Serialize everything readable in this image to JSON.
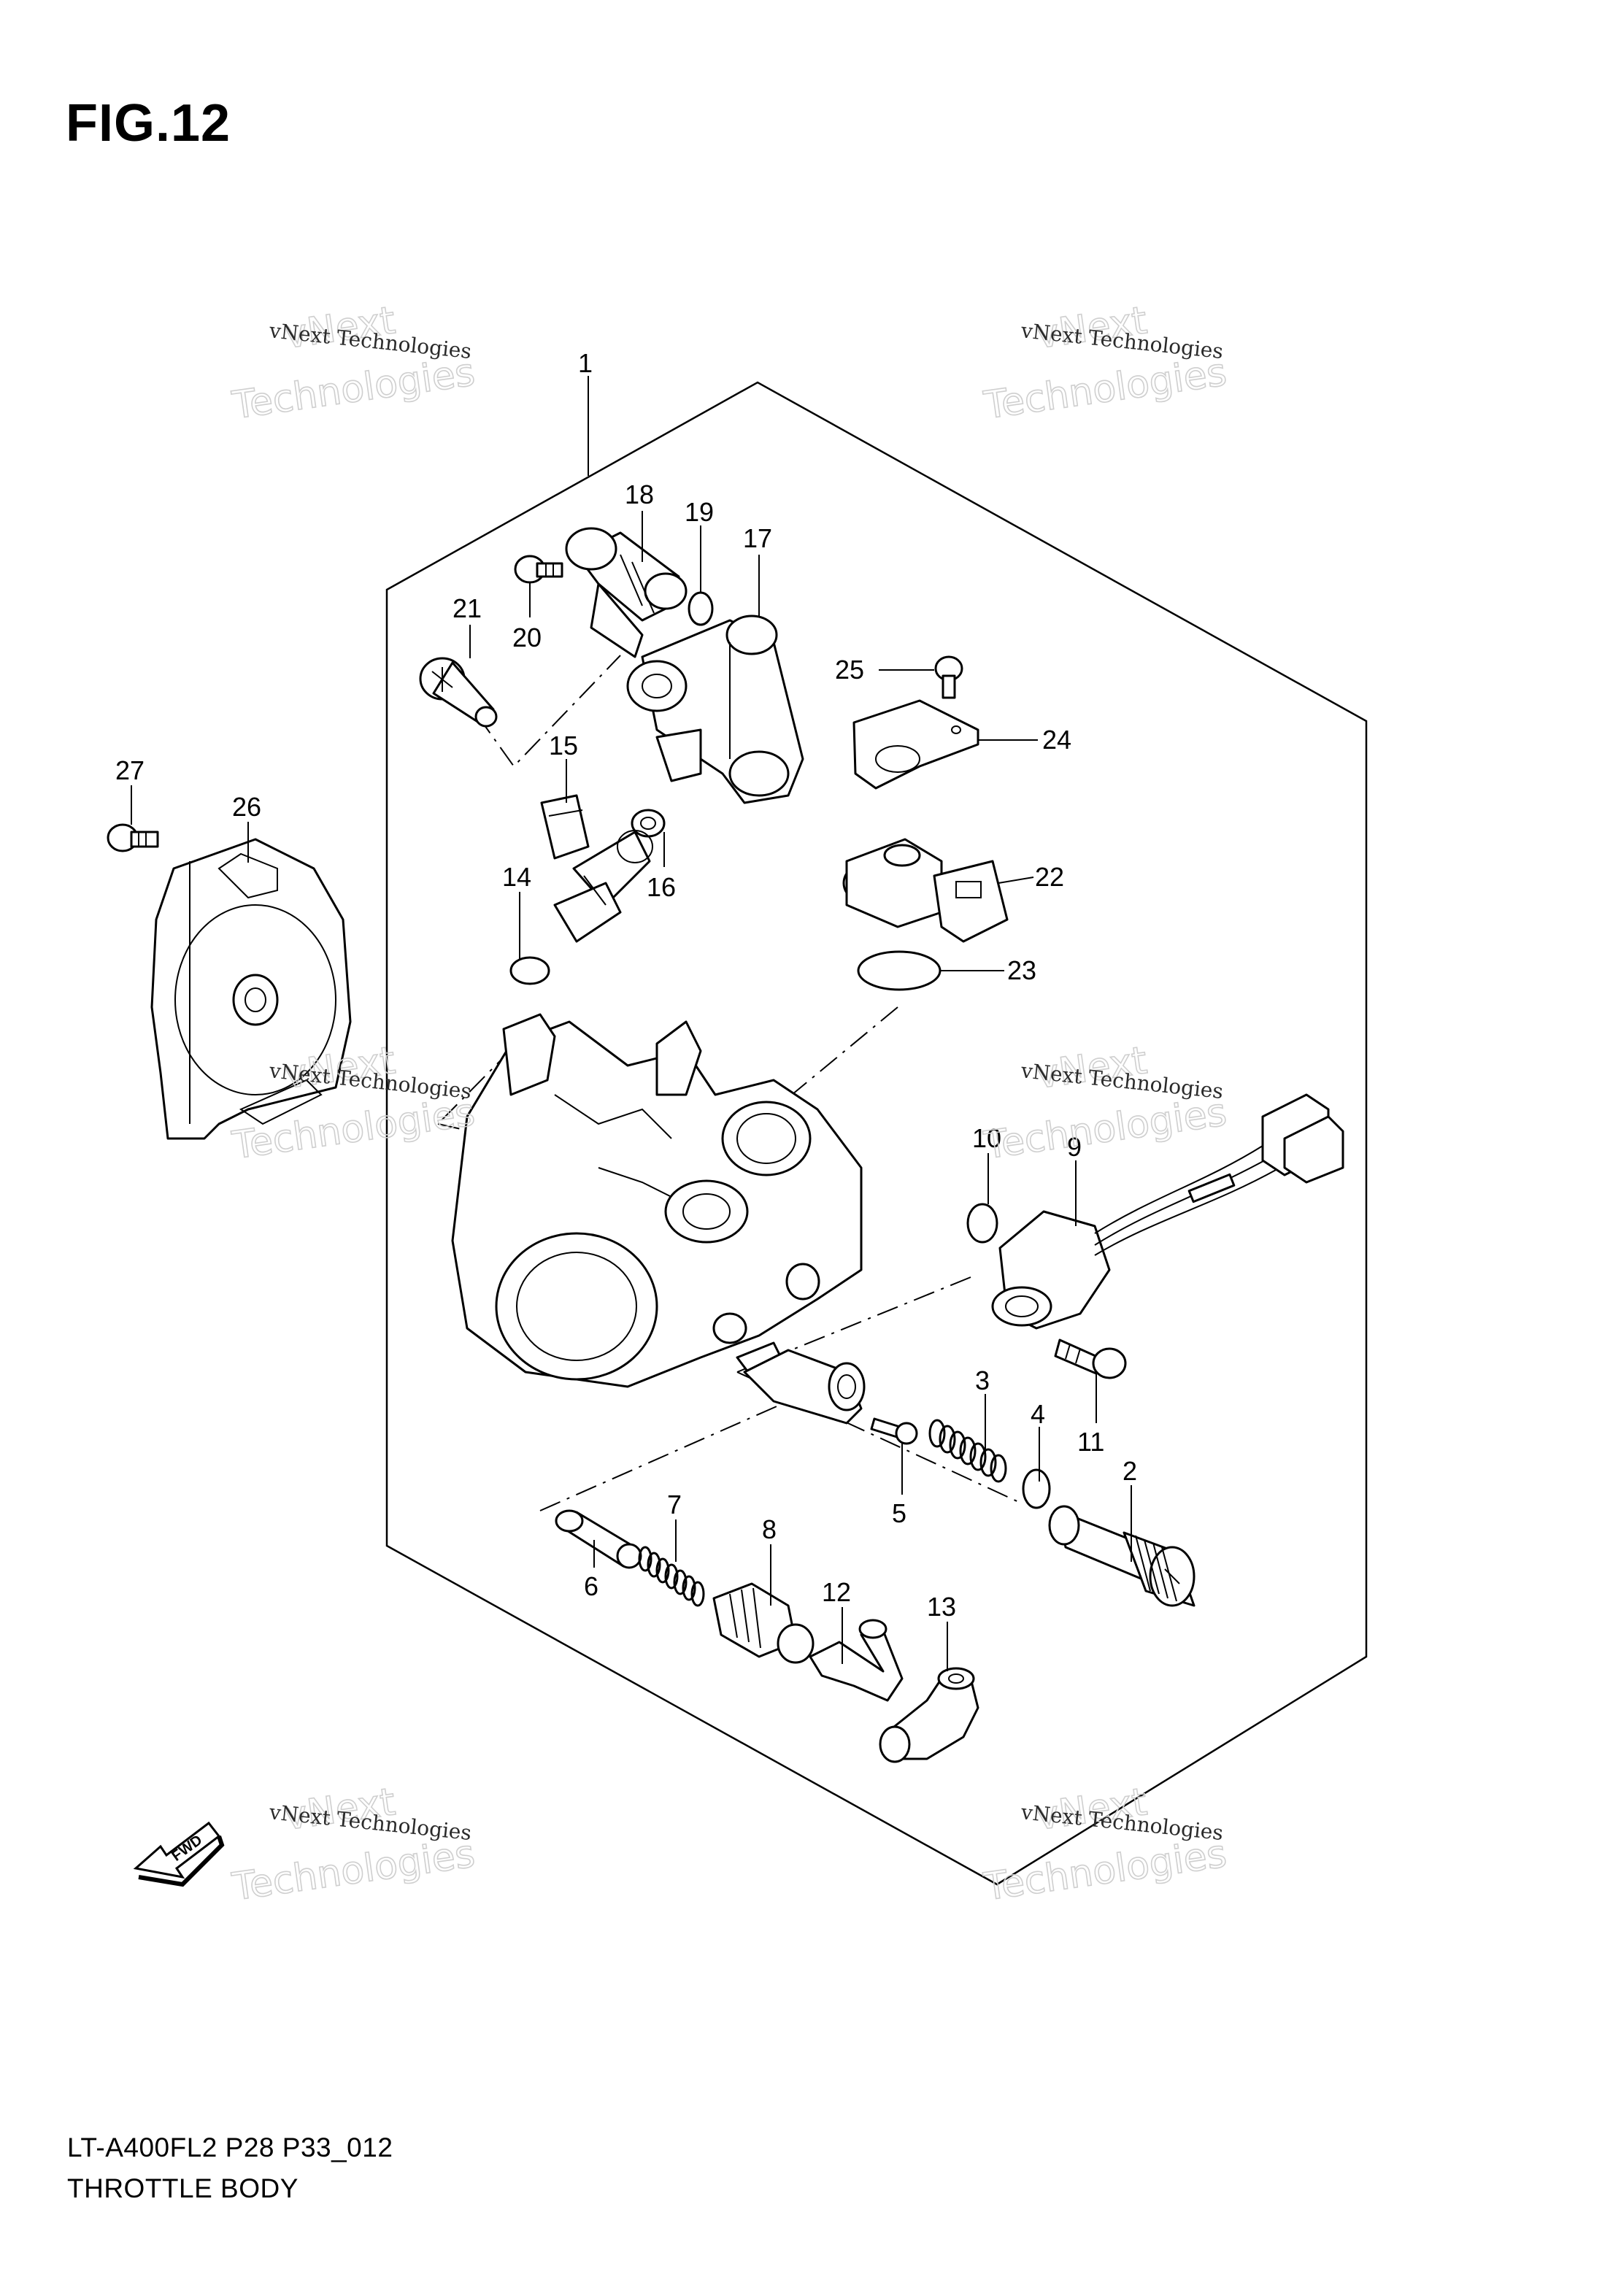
{
  "figure": {
    "title": "FIG.12"
  },
  "footer": {
    "code": "LT-A400FL2 P28 P33_012",
    "name": "THROTTLE BODY"
  },
  "watermark": {
    "small": "vNext Technologies",
    "large_1": "vNext",
    "large_2": "Technologies"
  },
  "fwd_label": "FWD",
  "callouts": {
    "c1": "1",
    "c2": "2",
    "c3": "3",
    "c4": "4",
    "c5": "5",
    "c6": "6",
    "c7": "7",
    "c8": "8",
    "c9": "9",
    "c10": "10",
    "c11": "11",
    "c12": "12",
    "c13": "13",
    "c14": "14",
    "c15": "15",
    "c16": "16",
    "c17": "17",
    "c18": "18",
    "c19": "19",
    "c20": "20",
    "c21": "21",
    "c22": "22",
    "c23": "23",
    "c24": "24",
    "c25": "25",
    "c26": "26",
    "c27": "27"
  }
}
